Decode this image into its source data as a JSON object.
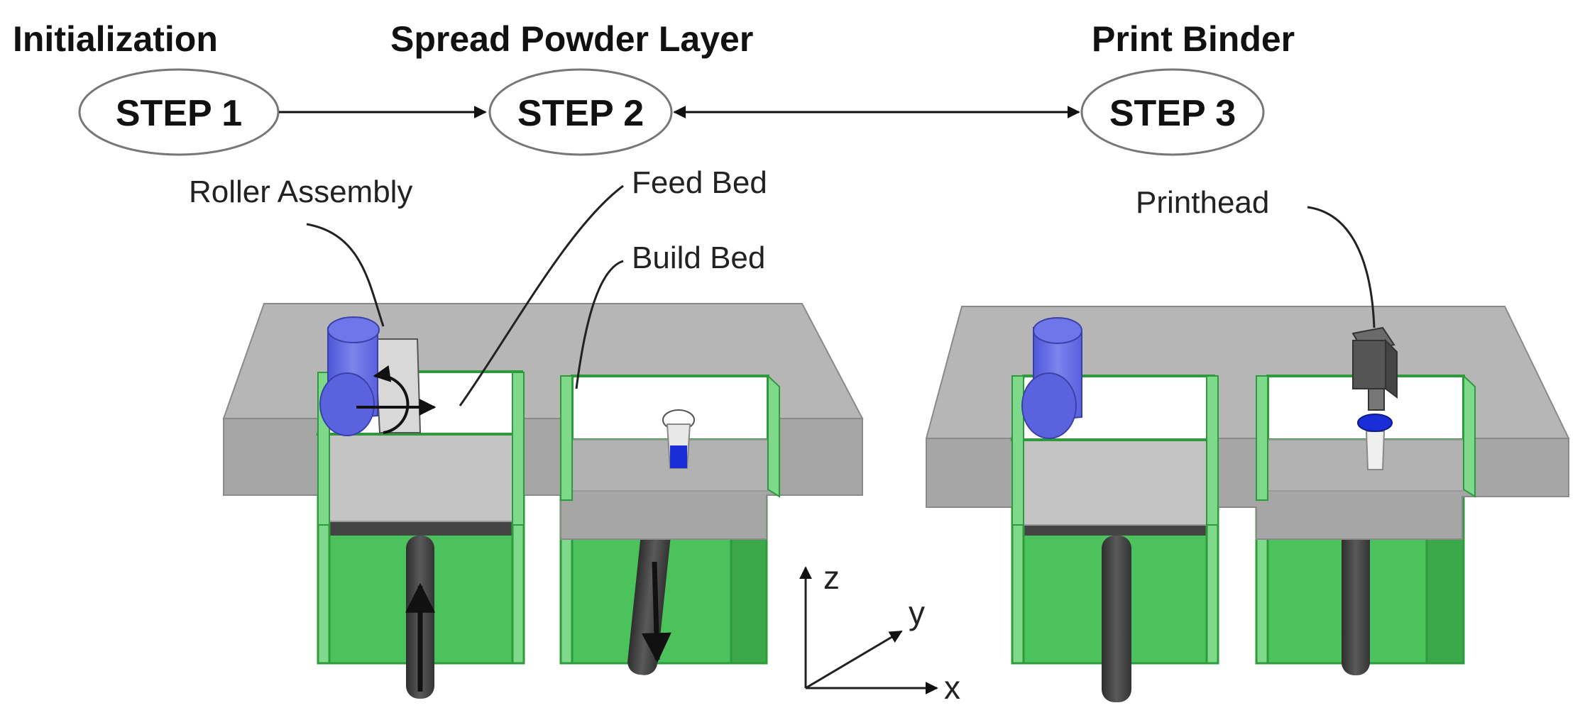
{
  "headers": {
    "step1": "Initialization",
    "step2": "Spread Powder Layer",
    "step3": "Print Binder"
  },
  "steps": {
    "step1": "STEP 1",
    "step2": "STEP 2",
    "step3": "STEP 3"
  },
  "labels": {
    "roller_assembly": "Roller Assembly",
    "feed_bed": "Feed Bed",
    "build_bed": "Build Bed",
    "printhead": "Printhead"
  },
  "axes": {
    "x": "x",
    "y": "y",
    "z": "z"
  },
  "colors": {
    "platform_top": "#b4b4b4",
    "platform_front": "#a8a8a8",
    "bed_wall": "#4cc25c",
    "bed_wall_outline": "#2f9a3c",
    "powder": "#ffffff",
    "piston": "#3e3e3e",
    "roller": "#6870e6",
    "binder_blue": "#1a2ed8",
    "printhead": "#555555"
  }
}
